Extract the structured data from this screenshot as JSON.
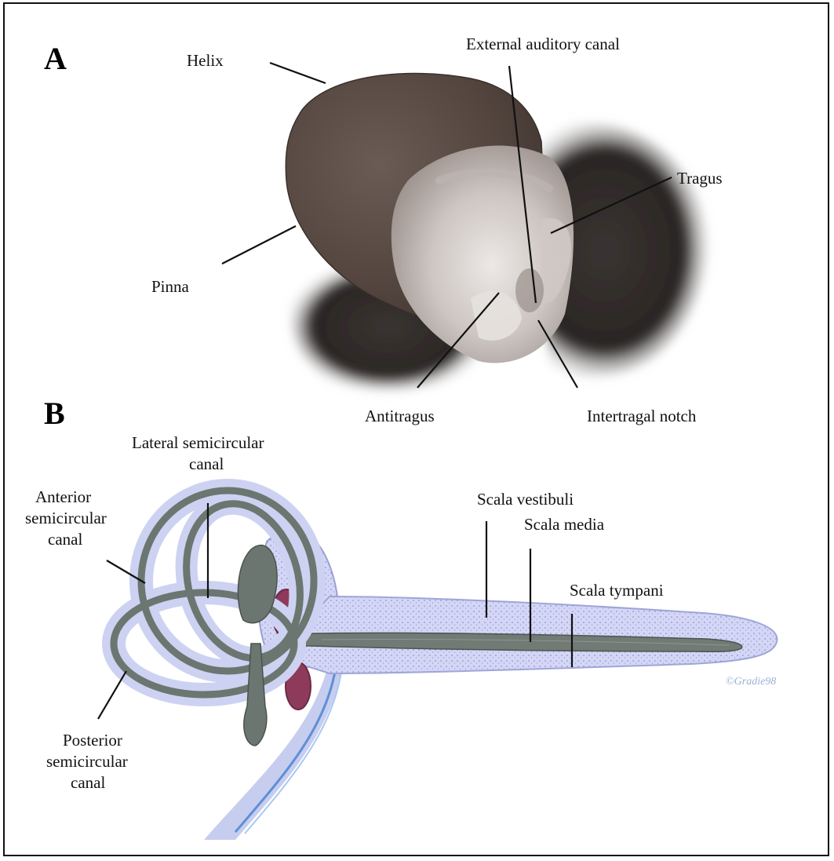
{
  "panels": {
    "a": "A",
    "b": "B"
  },
  "panel_a": {
    "labels": {
      "helix": "Helix",
      "external_auditory_canal": "External auditory canal",
      "tragus": "Tragus",
      "pinna": "Pinna",
      "antitragus": "Antitragus",
      "intertragal_notch": "Intertragal notch"
    }
  },
  "panel_b": {
    "labels": {
      "lateral_line1": "Lateral semicircular",
      "lateral_line2": "canal",
      "anterior_line1": "Anterior",
      "anterior_line2": "semicircular",
      "anterior_line3": "canal",
      "scala_vestibuli": "Scala vestibuli",
      "scala_media": "Scala media",
      "scala_tympani": "Scala tympani",
      "posterior_line1": "Posterior",
      "posterior_line2": "semicircular",
      "posterior_line3": "canal"
    },
    "artist_signature": "©Gradie98"
  },
  "colors": {
    "skin": "#5a4c46",
    "fur": "#2a2624",
    "inner_ear": "#d8d2cf",
    "labyrinth_fill": "#ccd0f0",
    "membranous": "#6b7670",
    "window": "#8e3a5a"
  }
}
